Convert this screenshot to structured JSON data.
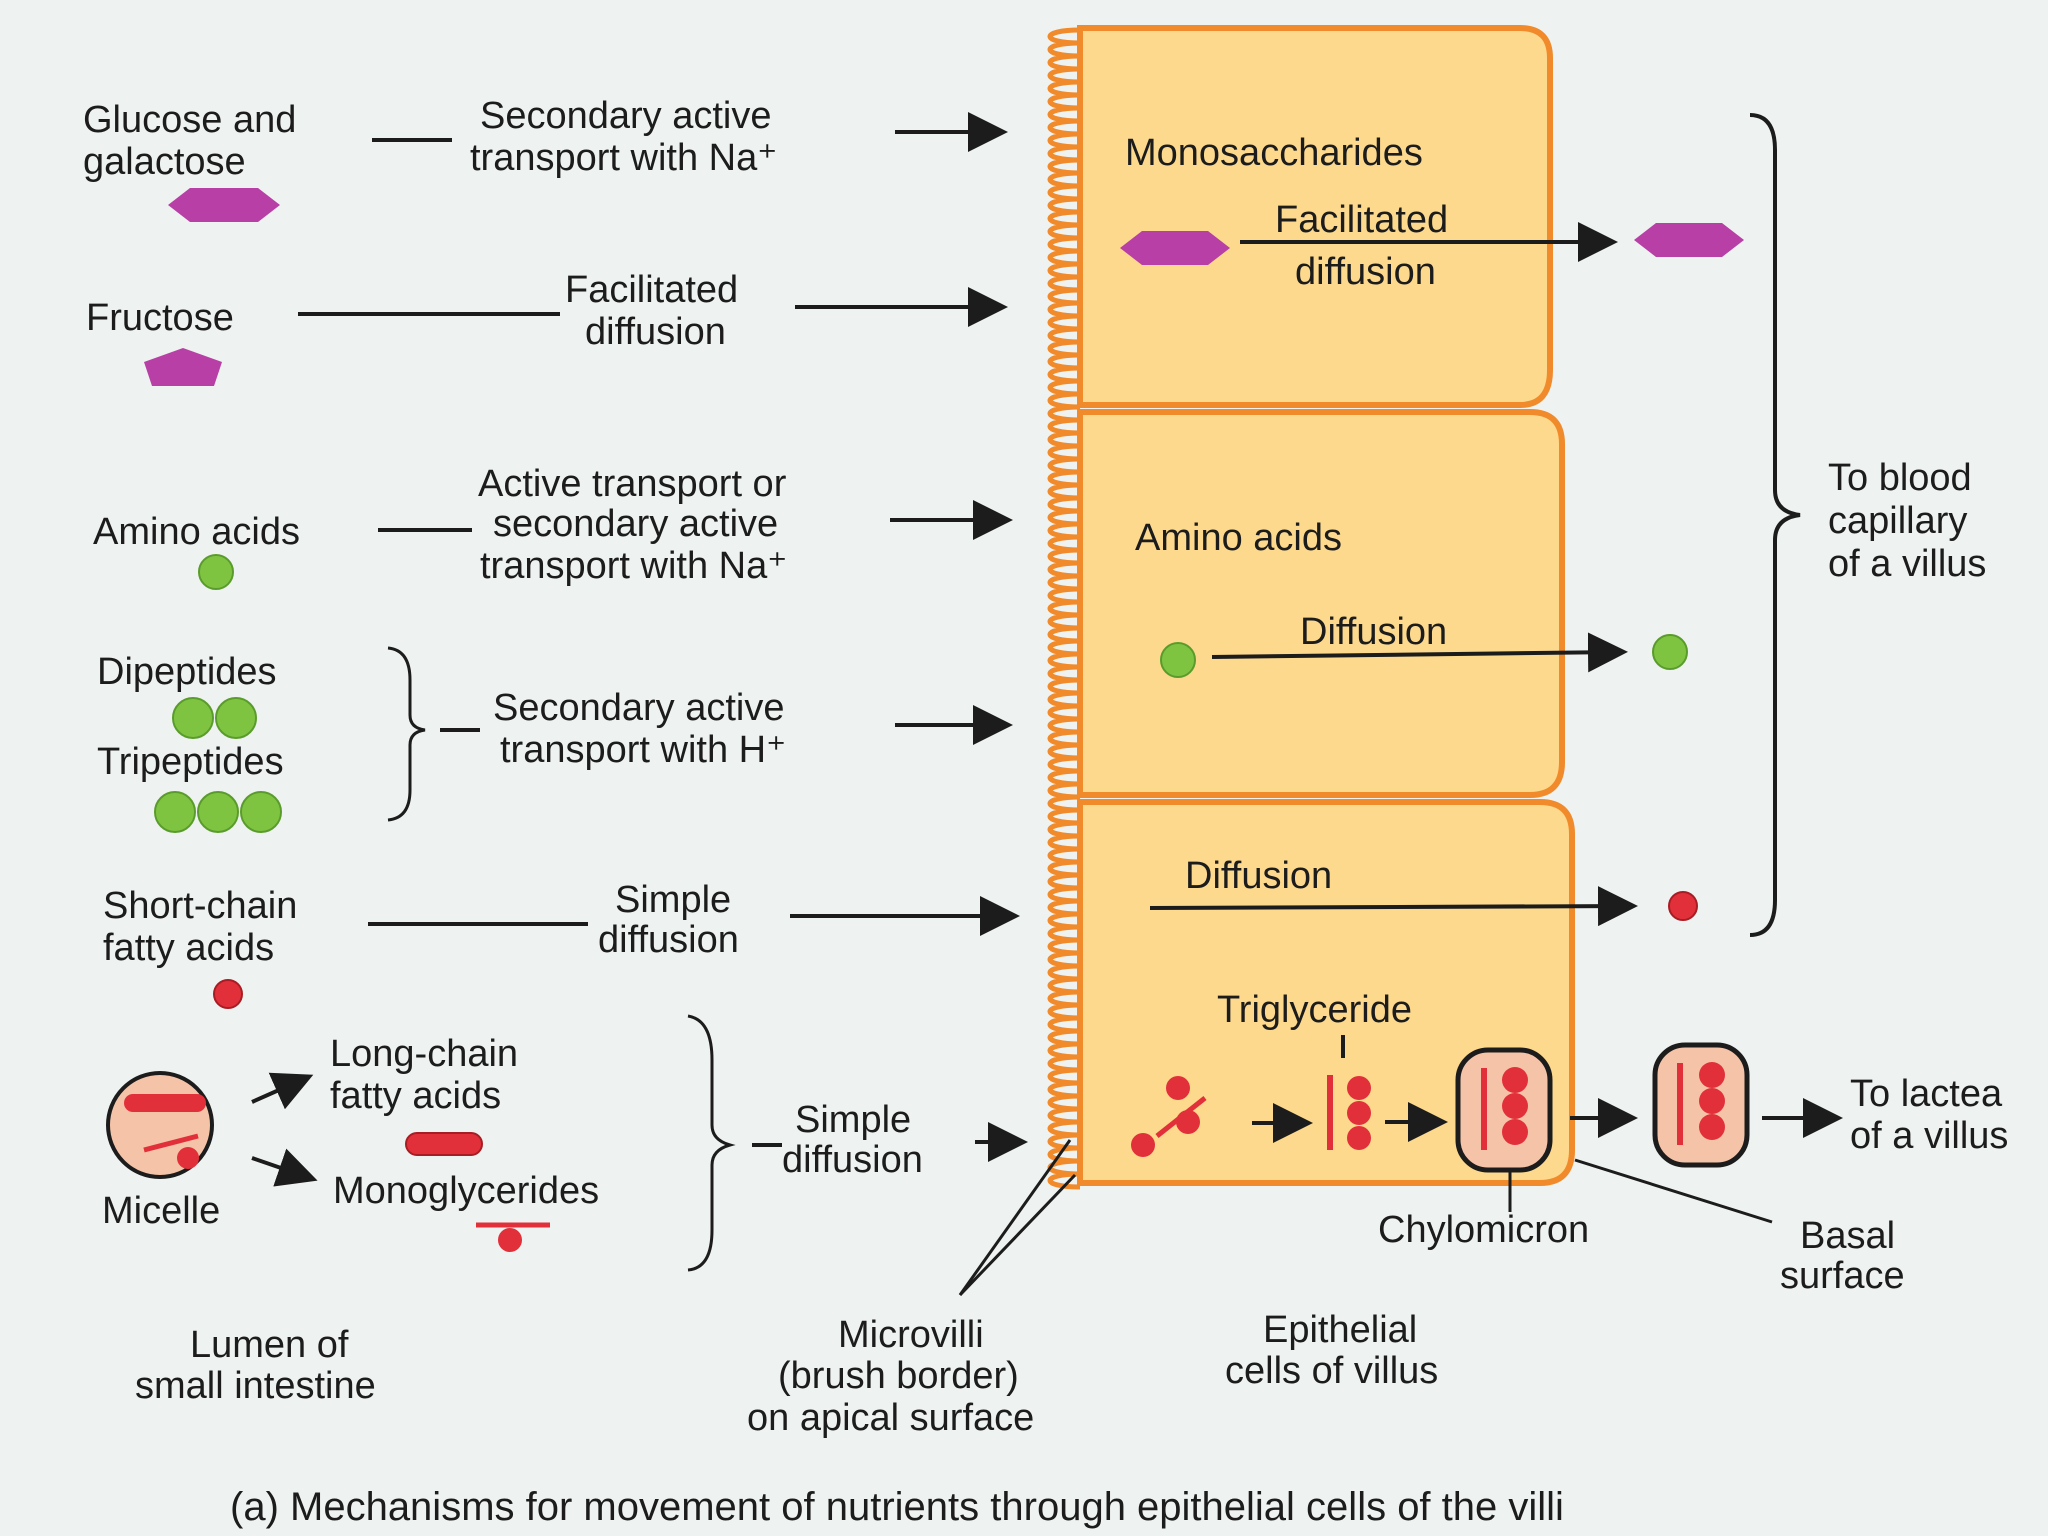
{
  "lumen": {
    "glucose": [
      "Glucose and",
      "galactose"
    ],
    "glucose_mech": [
      "Secondary active",
      "transport with Na⁺"
    ],
    "fructose": "Fructose",
    "fructose_mech": [
      "Facilitated",
      "diffusion"
    ],
    "amino": "Amino acids",
    "amino_mech": [
      "Active transport or",
      "secondary active",
      "transport with Na⁺"
    ],
    "dipeptides": "Dipeptides",
    "tripeptides": "Tripeptides",
    "peptide_mech": [
      "Secondary active",
      "transport with H⁺"
    ],
    "scfa": [
      "Short-chain",
      "fatty acids"
    ],
    "scfa_mech": [
      "Simple",
      "diffusion"
    ],
    "lcfa": [
      "Long-chain",
      "fatty acids"
    ],
    "micelle": "Micelle",
    "monoglycerides": "Monoglycerides",
    "lipid_mech": [
      "Simple",
      "diffusion"
    ],
    "lumen_label": [
      "Lumen of",
      "small intestine"
    ]
  },
  "cells": {
    "monosaccharides": "Monosaccharides",
    "mono_mech": [
      "Facilitated",
      "diffusion"
    ],
    "amino": "Amino acids",
    "amino_mech": "Diffusion",
    "scfa_mech": "Diffusion",
    "triglyceride": "Triglyceride",
    "chylomicron": "Chylomicron",
    "basal": [
      "Basal",
      "surface"
    ],
    "epithelial": [
      "Epithelial",
      "cells of villus"
    ],
    "microvilli": [
      "Microvilli",
      "(brush border)",
      "on apical surface"
    ]
  },
  "right": {
    "blood": [
      "To blood",
      "capillary",
      "of a villus"
    ],
    "lacteal": [
      "To lactea",
      "of a villus"
    ]
  },
  "caption": "(a) Mechanisms for movement of nutrients through epithelial cells of the villi",
  "colors": {
    "cell_fill": "#fcd98c",
    "cell_border": "#f08a2a",
    "monosaccharide": "#b73fa6",
    "amino_acid": "#7fc441",
    "fatty": "#e2303a"
  }
}
